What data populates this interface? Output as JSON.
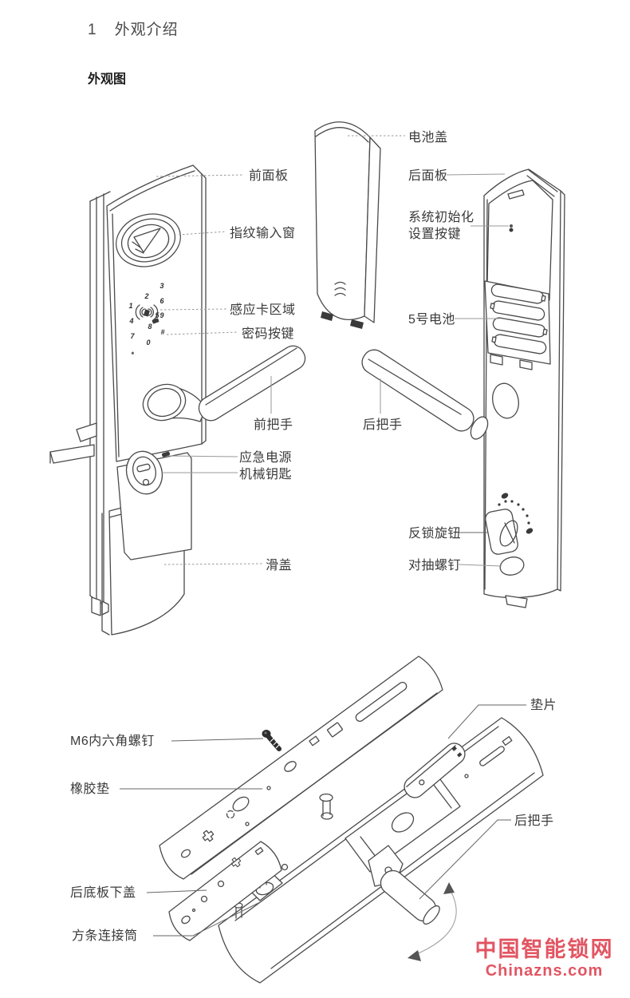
{
  "page": {
    "title_number": "1",
    "title_text": "外观介绍",
    "subtitle": "外观图"
  },
  "figure1": {
    "labels": {
      "front_panel": "前面板",
      "fingerprint_window": "指纹输入窗",
      "card_area": "感应卡区域",
      "password_keys": "密码按键",
      "front_handle": "前把手",
      "emergency_power": "应急电源",
      "mechanical_key": "机械钥匙",
      "slide_cover": "滑盖",
      "battery_cover": "电池盖",
      "back_panel": "后面板",
      "init_button": "系统初始化\n设置按键",
      "aa_battery": "5号电池",
      "back_handle": "后把手",
      "antilock_knob": "反锁旋钮",
      "screw": "对抽螺钉"
    },
    "keypad": [
      "1",
      "2",
      "3",
      "4",
      "5",
      "6",
      "7",
      "8",
      "9",
      "*",
      "0",
      "#"
    ]
  },
  "figure2": {
    "labels": {
      "gasket": "垫片",
      "m6_screw": "M6内六角螺钉",
      "rubber_pad": "橡胶垫",
      "base_cover": "后底板下盖",
      "square_connector": "方条连接筒",
      "back_handle": "后把手"
    }
  },
  "watermark": {
    "line1": "中国智能锁网",
    "line2": "Chinazns.com",
    "color": "#de3e4c"
  }
}
